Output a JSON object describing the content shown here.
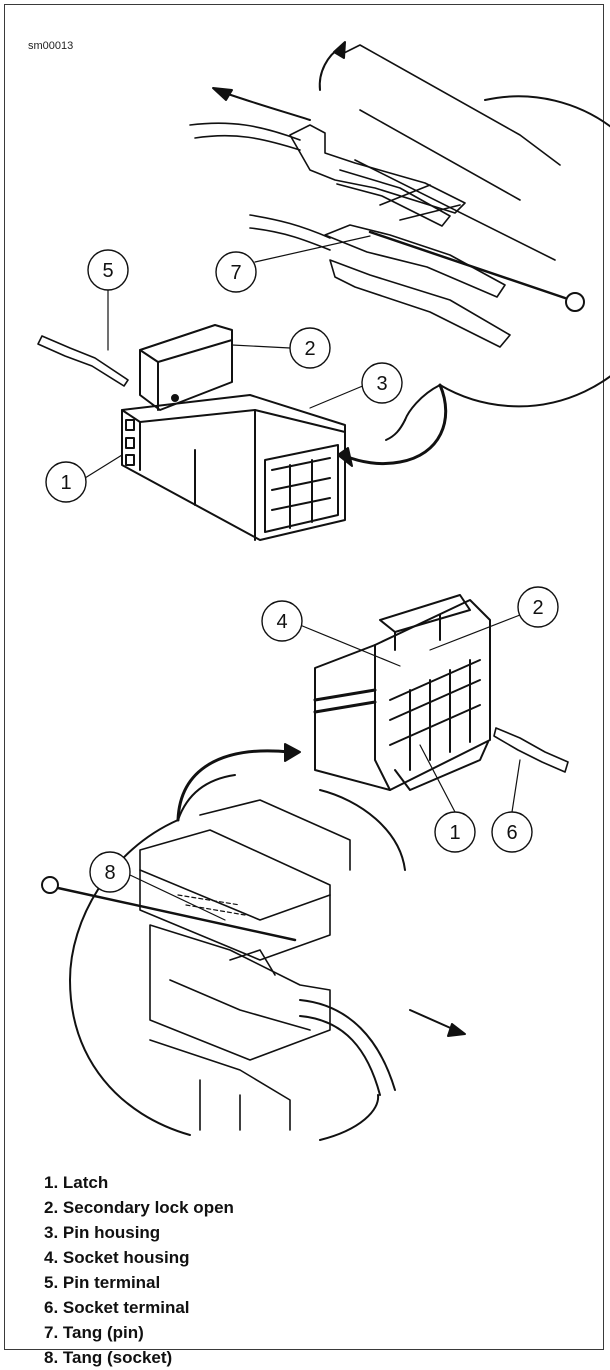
{
  "figure_id": "sm00013",
  "callouts": {
    "top_5": "5",
    "top_7": "7",
    "top_2": "2",
    "top_3": "3",
    "top_1": "1",
    "bottom_4": "4",
    "bottom_2": "2",
    "bottom_1": "1",
    "bottom_6": "6",
    "bottom_8": "8"
  },
  "legend": [
    {
      "num": "1.",
      "label": "Latch"
    },
    {
      "num": "2.",
      "label": "Secondary lock open"
    },
    {
      "num": "3.",
      "label": "Pin housing"
    },
    {
      "num": "4.",
      "label": "Socket housing"
    },
    {
      "num": "5.",
      "label": "Pin terminal"
    },
    {
      "num": "6.",
      "label": "Socket terminal"
    },
    {
      "num": "7.",
      "label": "Tang (pin)"
    },
    {
      "num": "8.",
      "label": "Tang (socket)"
    }
  ]
}
